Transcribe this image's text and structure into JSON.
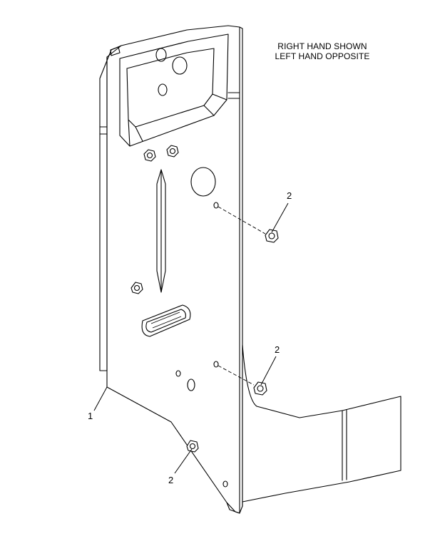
{
  "notes": {
    "line1": "RIGHT HAND SHOWN",
    "line2": "LEFT HAND OPPOSITE"
  },
  "callouts": [
    {
      "id": "1",
      "label": "1"
    },
    {
      "id": "2a",
      "label": "2"
    },
    {
      "id": "2b",
      "label": "2"
    },
    {
      "id": "2c",
      "label": "2"
    }
  ]
}
